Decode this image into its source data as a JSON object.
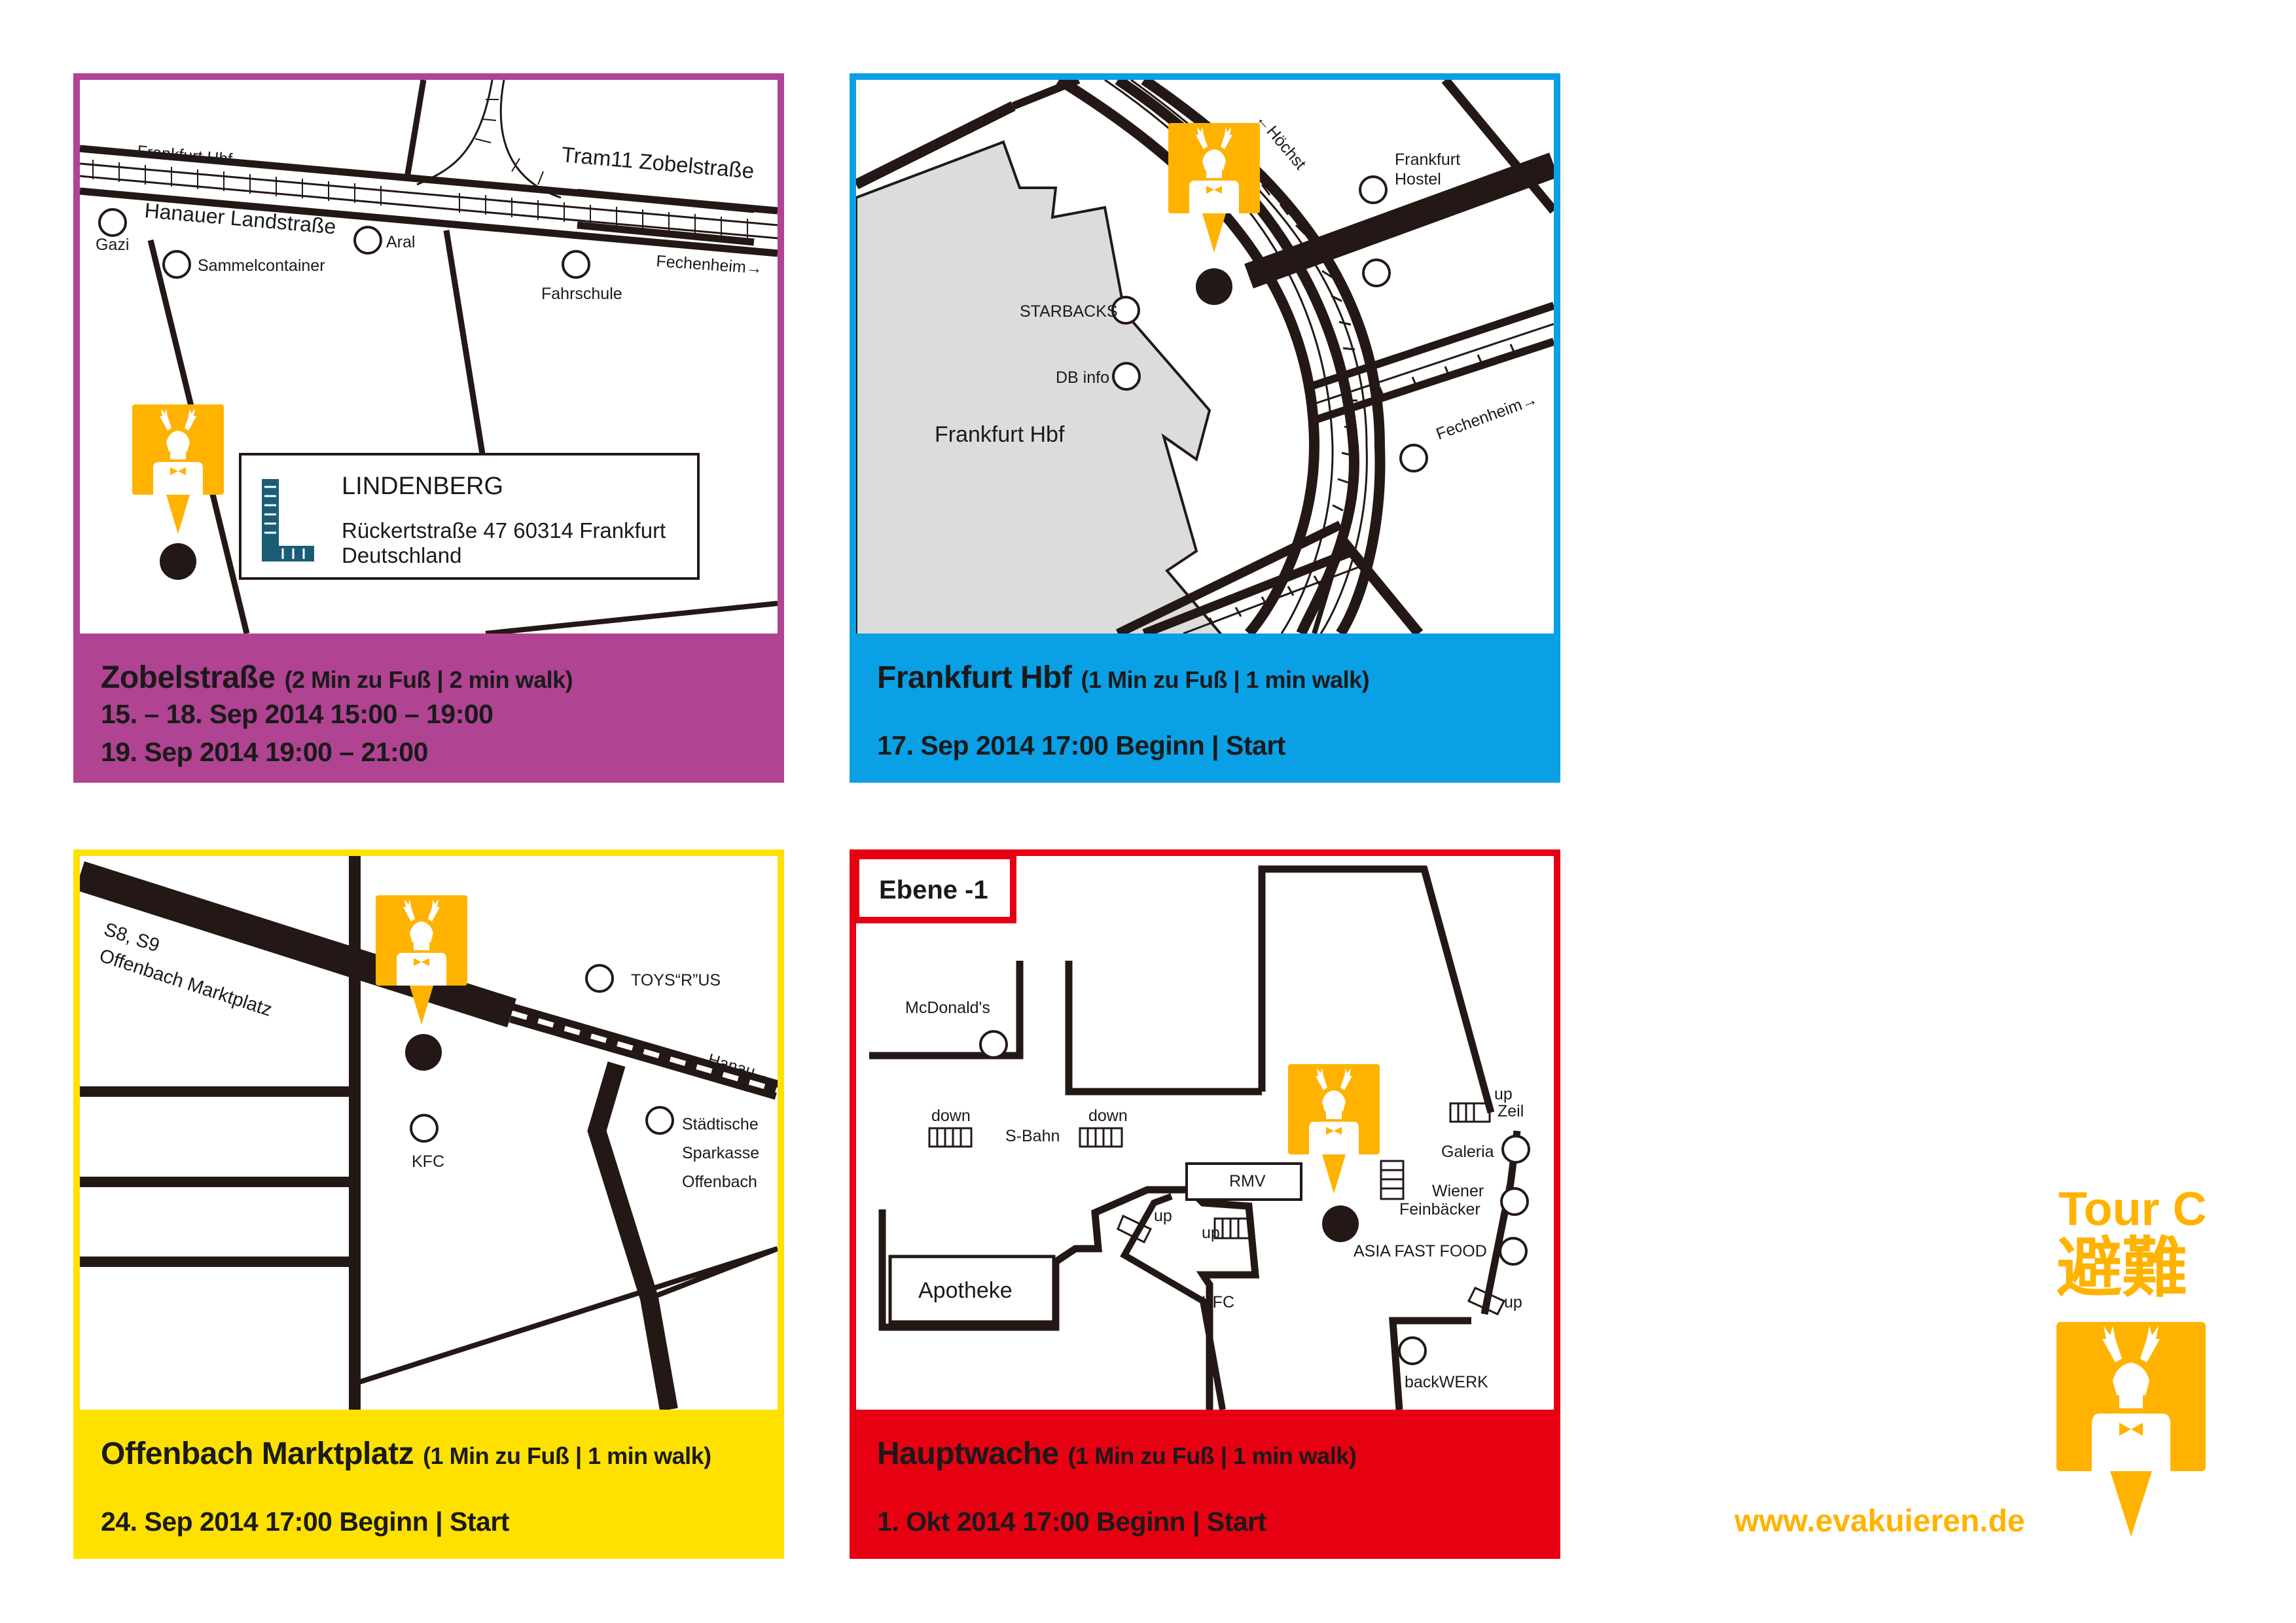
{
  "panels": [
    {
      "id": "zobelstrasse",
      "color": "#b04392",
      "title": "Zobelstraße",
      "walk": "(2 Min zu Fuß | 2 min walk)",
      "lines": [
        "15. – 18. Sep 2014 15:00 – 19:00",
        "19. Sep 2014 19:00 – 21:00"
      ],
      "map_labels": {
        "frankfurt_hbf_dir": "←Frankfurt Hbf",
        "tram": "Tram11 Zobelstraße",
        "street": "Hanauer Landstraße",
        "gazi": "Gazi",
        "aral": "Aral",
        "sammelcontainer": "Sammelcontainer",
        "fahrschule": "Fahrschule",
        "fechenheim": "Fechenheim→"
      },
      "lindenberg": {
        "name": "LINDENBERG",
        "address": "Rückertstraße 47 60314 Frankfurt",
        "country": "Deutschland"
      }
    },
    {
      "id": "frankfurt-hbf",
      "color": "#0aa0e6",
      "title": "Frankfurt Hbf",
      "walk": "(1 Min zu Fuß | 1 min walk)",
      "lines": [
        "17. Sep 2014 17:00 Beginn | Start"
      ],
      "map_labels": {
        "hoechst": "←Höchst",
        "hostel_1": "Frankfurt",
        "hostel_2": "Hostel",
        "starbacks": "STARBACKS",
        "db_info": "DB info",
        "hbf": "Frankfurt Hbf",
        "fechenheim": "Fechenheim→"
      }
    },
    {
      "id": "offenbach-marktplatz",
      "color": "#ffe100",
      "title": "Offenbach Marktplatz",
      "walk": "(1 Min zu Fuß | 1 min walk)",
      "lines": [
        "24. Sep 2014 17:00 Beginn | Start"
      ],
      "map_labels": {
        "s_lines": "S8, S9",
        "station": "Offenbach Marktplatz",
        "toys": "TOYS“R”US",
        "hanau": "Hanau→",
        "kfc": "KFC",
        "sparkasse_1": "Städtische",
        "sparkasse_2": "Sparkasse",
        "sparkasse_3": "Offenbach"
      }
    },
    {
      "id": "hauptwache",
      "color": "#e60012",
      "title": "Hauptwache",
      "walk": "(1 Min zu Fuß | 1 min walk)",
      "lines": [
        "1. Okt 2014 17:00 Beginn | Start"
      ],
      "level_badge": "Ebene -1",
      "map_labels": {
        "mcdonalds": "McDonald's",
        "down_1": "down",
        "down_2": "down",
        "sbahn": "S-Bahn",
        "rmv": "RMV",
        "up_1": "up",
        "up_2": "up",
        "up_3": "up",
        "up_4": "up",
        "zeil": "Zeil",
        "galeria": "Galeria",
        "wiener_1": "Wiener",
        "wiener_2": "Feinbäcker",
        "asia": "ASIA FAST FOOD",
        "apotheke": "Apotheke",
        "kfc": "KFC",
        "backwerk": "backWERK"
      }
    }
  ],
  "brand": {
    "tour": "Tour C",
    "kanji": "避難",
    "url": "www.evakuieren.de",
    "color": "#ffb300"
  },
  "icons": [
    "deer-marker-icon",
    "location-dot-icon",
    "lindenberg-logo-icon",
    "stairs-icon"
  ]
}
